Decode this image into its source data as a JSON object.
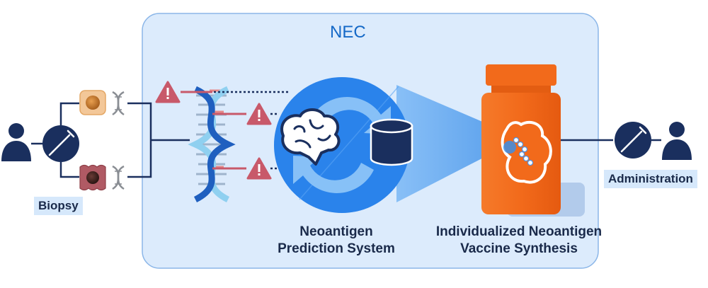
{
  "diagram": {
    "container_title": "NEC",
    "labels": {
      "biopsy": "Biopsy",
      "administration": "Administration",
      "prediction_line1": "Neoantigen",
      "prediction_line2": "Prediction System",
      "vaccine_line1": "Individualized Neoantigen",
      "vaccine_line2": "Vaccine Synthesis"
    },
    "icons": [
      "person-icon",
      "syringe-icon",
      "cell-icon",
      "dna-icon",
      "warning-icon",
      "brain-icon",
      "database-icon",
      "cycle-arrows-icon",
      "vaccine-bottle-icon"
    ],
    "colors": {
      "container": "#dcebfc",
      "container_border": "#8bb6e8",
      "primary_blue": "#1569c7",
      "navy": "#1a2f5e",
      "bottle_orange": "#f26a1b",
      "warning": "#c8596a"
    }
  }
}
